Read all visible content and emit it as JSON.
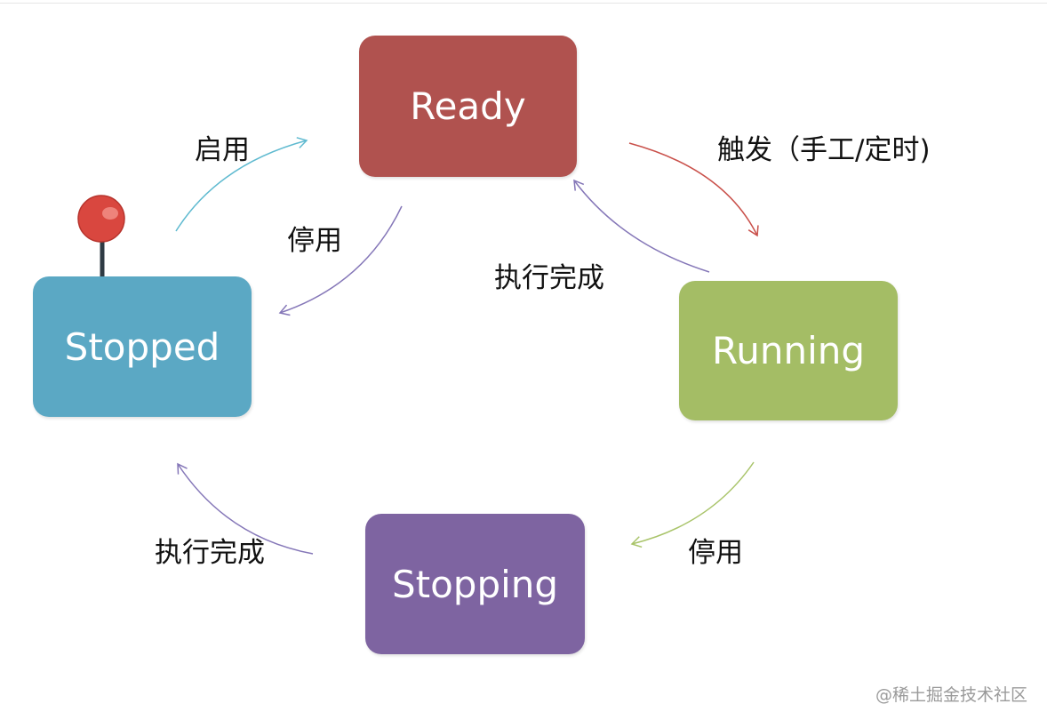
{
  "states": {
    "ready": {
      "label": "Ready",
      "color": "#b0524f"
    },
    "running": {
      "label": "Running",
      "color": "#a4bd65"
    },
    "stopping": {
      "label": "Stopping",
      "color": "#7e64a1"
    },
    "stopped": {
      "label": "Stopped",
      "color": "#5ba8c4"
    }
  },
  "transitions": {
    "stopped_to_ready": "启用",
    "ready_to_stopped": "停用",
    "ready_to_running": "触发（手工/定时)",
    "running_to_ready": "执行完成",
    "running_to_stopping": "停用",
    "stopping_to_stopped": "执行完成"
  },
  "pin": {
    "ball_color": "#d9473f",
    "stem_color": "#2f3b44"
  },
  "watermark": "@稀土掘金技术社区"
}
